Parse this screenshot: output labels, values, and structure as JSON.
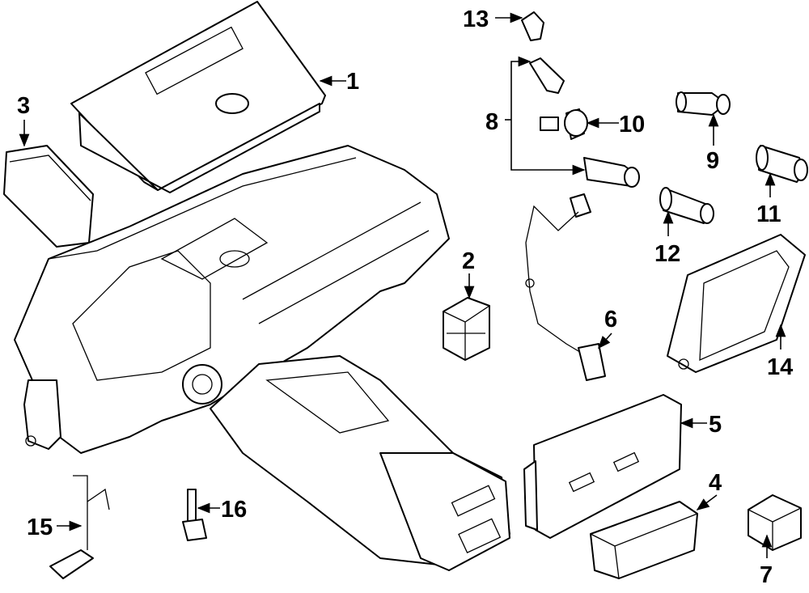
{
  "diagram": {
    "callouts": {
      "c1": "1",
      "c2": "2",
      "c3": "3",
      "c4": "4",
      "c5": "5",
      "c6": "6",
      "c7": "7",
      "c8": "8",
      "c9": "9",
      "c10": "10",
      "c11": "11",
      "c12": "12",
      "c13": "13",
      "c14": "14",
      "c15": "15",
      "c16": "16"
    },
    "line_color": "#000000",
    "background": "#ffffff"
  }
}
